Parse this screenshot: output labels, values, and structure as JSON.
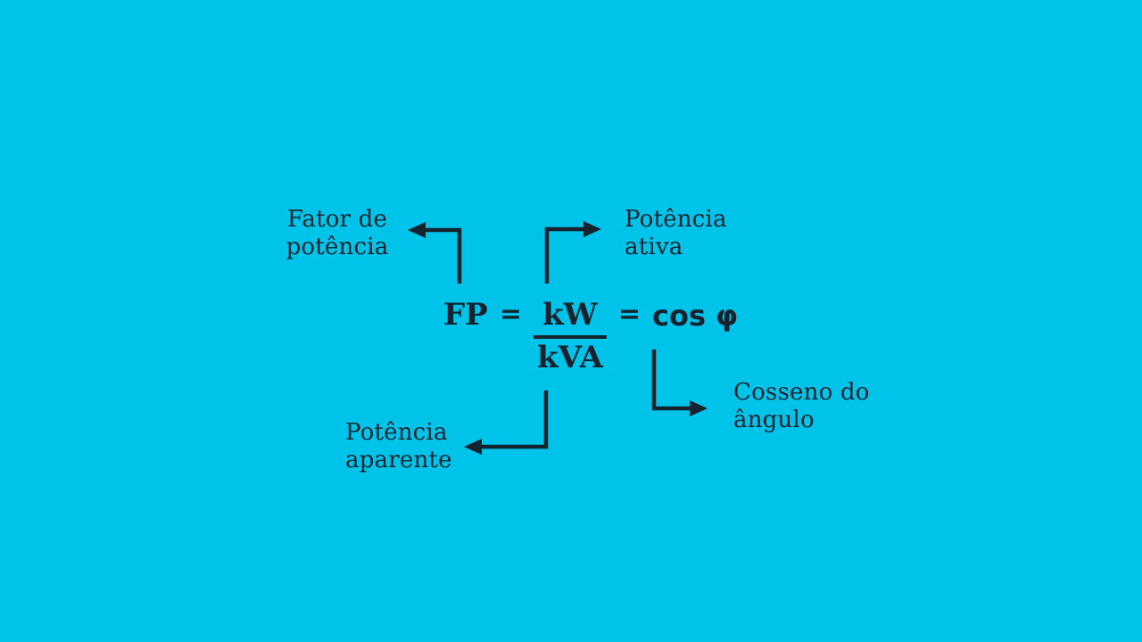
{
  "colors": {
    "background": "#00c3e9",
    "ink": "#15232e"
  },
  "diagram": {
    "labels": {
      "fator_de_potencia": {
        "line1": "Fator de",
        "line2": "potência"
      },
      "potencia_ativa": {
        "line1": "Potência",
        "line2": "ativa"
      },
      "potencia_aparente": {
        "line1": "Potência",
        "line2": "aparente"
      },
      "cosseno_do_angulo": {
        "line1": "Cosseno do",
        "line2": "ângulo"
      }
    },
    "formula": {
      "lhs": "FP",
      "equals_1": "=",
      "numerator": "kW",
      "denominator": "kVA",
      "equals_2": "=",
      "rhs": "cos φ"
    },
    "icons": {
      "arrow_fator": "elbow-arrow-left-icon",
      "arrow_ativa": "elbow-arrow-right-icon",
      "arrow_aparente": "elbow-arrow-left-icon",
      "arrow_cosseno": "elbow-arrow-right-icon"
    }
  }
}
